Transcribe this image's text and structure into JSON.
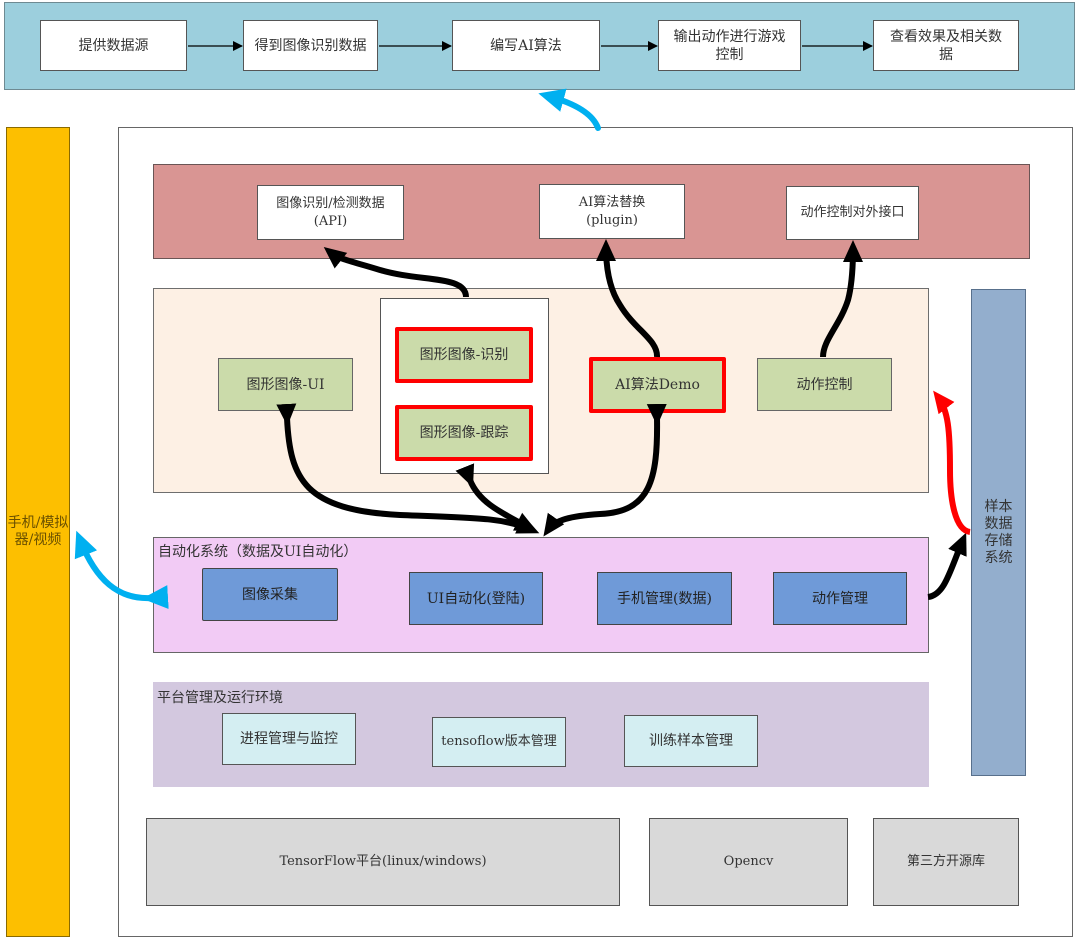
{
  "flow": {
    "steps": [
      {
        "label": "提供数据源"
      },
      {
        "label": "得到图像识别数据"
      },
      {
        "label": "编写AI算法"
      },
      {
        "label": "输出动作进行游戏控制"
      },
      {
        "label": "查看效果及相关数据"
      }
    ]
  },
  "left_panel": {
    "label": "手机/模拟器/视频"
  },
  "right_panel": {
    "label": "样本数据存储系统"
  },
  "api_layer": {
    "boxes": [
      {
        "label": "图像识别/检测数据(API)"
      },
      {
        "label": "AI算法替换(plugin)"
      },
      {
        "label": "动作控制对外接口"
      }
    ]
  },
  "algo_layer": {
    "ui_box": "图形图像-UI",
    "recognize_box": "图形图像-识别",
    "track_box": "图形图像-跟踪",
    "ai_demo_box": "AI算法Demo",
    "action_control_box": "动作控制"
  },
  "automation_layer": {
    "title": "自动化系统（数据及UI自动化）",
    "boxes": [
      {
        "label": "图像采集"
      },
      {
        "label": "UI自动化(登陆)"
      },
      {
        "label": "手机管理(数据)"
      },
      {
        "label": "动作管理"
      }
    ]
  },
  "platform_layer": {
    "title": "平台管理及运行环境",
    "boxes": [
      {
        "label": "进程管理与监控"
      },
      {
        "label": "tensoflow版本管理"
      },
      {
        "label": "训练样本管理"
      }
    ]
  },
  "foundation": {
    "boxes": [
      {
        "label": "TensorFlow平台(linux/windows)"
      },
      {
        "label": "Opencv"
      },
      {
        "label": "第三方开源库"
      }
    ]
  },
  "colors": {
    "flow_bar": "#9ccfdd",
    "side_left": "#fdbf00",
    "storage": "#93aecd",
    "api_layer": "#d99593",
    "algo_layer": "#fdf0e4",
    "green_box": "#cbdbaa",
    "highlight_red": "#ff0000",
    "auto_layer": "#f2cbf5",
    "blue_box": "#6f9ad8",
    "platform_layer": "#d3c8df",
    "cyan_box": "#d4eef2",
    "gray_box": "#d9d9d9",
    "cyan_arrow": "#00b0f0"
  }
}
